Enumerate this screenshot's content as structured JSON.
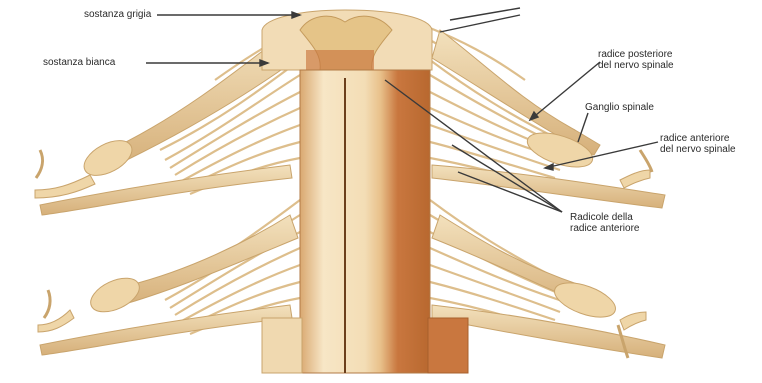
{
  "labels": {
    "gray_matter": "sostanza grigia",
    "white_matter": "sostanza bianca",
    "posterior_root_1": "radice posteriore",
    "posterior_root_2": "del nervo spinale",
    "ganglion": "Ganglio spinale",
    "anterior_root_1": "radice anteriore",
    "anterior_root_2": "del nervo spinale",
    "rootlets_1": "Radicole della",
    "rootlets_2": "radice anteriore"
  },
  "colors": {
    "nerve": "#ead2a4",
    "nerve_shadow": "#c9a46c",
    "cord_light": "#f6e3c2",
    "cord_dark": "#c9773f",
    "gray_matter": "#e7c98f",
    "leader": "#3a3a3a"
  }
}
